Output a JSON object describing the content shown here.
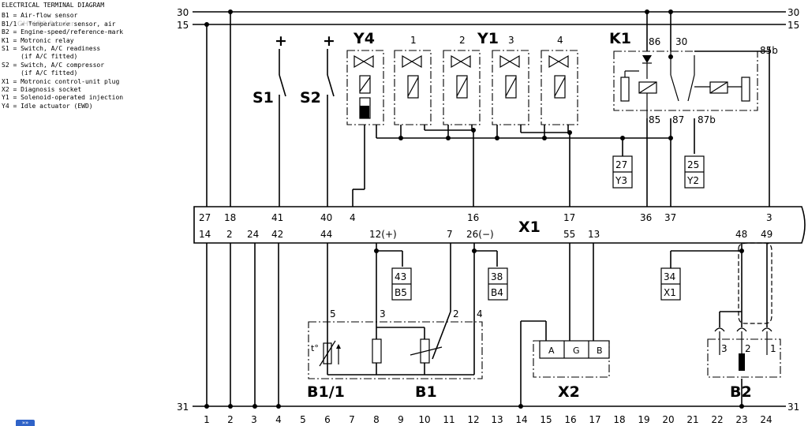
{
  "legend": {
    "title": "ELECTRICAL TERMINAL DIAGRAM",
    "items": [
      "B1 = Air-flow sensor",
      "B1/1 = Temperature sensor, air",
      "B2 = Engine-speed/reference-mark",
      "K1 = Motronic relay",
      "S1 = Switch, A/C readiness",
      "     (if A/C fitted)",
      "S2 = Switch, A/C compressor",
      "     (if A/C fitted)",
      "X1 = Motronic control-unit plug",
      "X2 = Diagnosis socket",
      "Y1 = Solenoid-operated injection",
      "Y4 = Idle actuator (EWD)"
    ]
  },
  "watermark": "GHW.DS.Reader",
  "badge": "»»",
  "diagram": {
    "rail_labels": {
      "r30": "30",
      "r15": "15",
      "r31": "31"
    },
    "components": {
      "y4": "Y4",
      "y1": "Y1",
      "k1": "K1",
      "x1": "X1",
      "x2": "X2",
      "b1": "B1",
      "b1_1": "B1/1",
      "b2": "B2",
      "s1": "S1",
      "s2": "S2"
    },
    "injector_numbers": [
      "1",
      "2",
      "3",
      "4"
    ],
    "relay_terminals": {
      "t86": "86",
      "t30": "30",
      "t85b": "85b",
      "t85": "85",
      "t87": "87",
      "t87b": "87b"
    },
    "plus_sign": "+",
    "x1_top_pins": [
      "27",
      "18",
      "41",
      "40",
      "4",
      "16",
      "17",
      "36",
      "37",
      "3"
    ],
    "x1_bottom_pins": [
      "14",
      "2",
      "24",
      "42",
      "44",
      "12(+)",
      "7",
      "26(−)",
      "55",
      "13",
      "48",
      "49"
    ],
    "references": {
      "ref1": {
        "top": "27",
        "bottom": "Y3"
      },
      "ref2": {
        "top": "25",
        "bottom": "Y2"
      },
      "ref3": {
        "top": "43",
        "bottom": "B5"
      },
      "ref4": {
        "top": "38",
        "bottom": "B4"
      },
      "ref5": {
        "top": "34",
        "bottom": "X1"
      }
    },
    "b1_pins": [
      "5",
      "3",
      "2",
      "4"
    ],
    "temp_symbol": "t°",
    "x2_pins": [
      "A",
      "G",
      "B"
    ],
    "b2_pins": [
      "3",
      "2",
      "1"
    ],
    "terminal_numbers": [
      "1",
      "2",
      "3",
      "4",
      "5",
      "6",
      "7",
      "8",
      "9",
      "10",
      "11",
      "12",
      "13",
      "14",
      "15",
      "16",
      "17",
      "18",
      "19",
      "20",
      "21",
      "22",
      "23",
      "24"
    ]
  }
}
